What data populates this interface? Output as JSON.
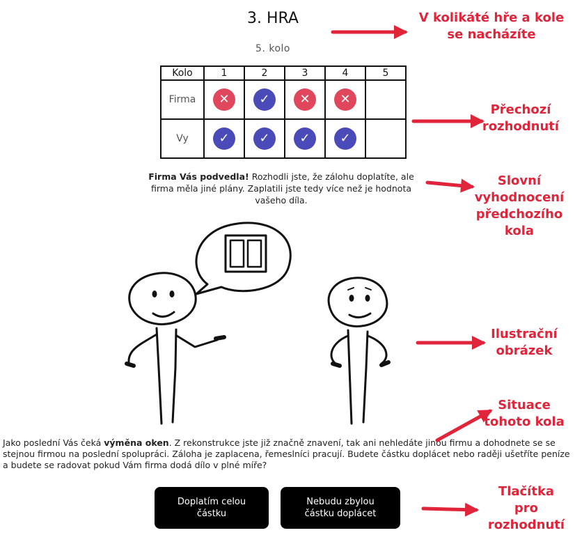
{
  "header": {
    "game_title": "3. HRA",
    "round_label": "5. kolo"
  },
  "history_table": {
    "corner_label": "Kolo",
    "rounds": [
      "1",
      "2",
      "3",
      "4",
      "5"
    ],
    "rows": [
      {
        "label": "Firma",
        "marks": [
          "x",
          "check",
          "x",
          "x",
          ""
        ]
      },
      {
        "label": "Vy",
        "marks": [
          "check",
          "check",
          "check",
          "check",
          ""
        ]
      }
    ],
    "colors": {
      "defect": "#e0475c",
      "cooperate": "#4a4ab8"
    }
  },
  "feedback": {
    "bold": "Firma Vás podvedla!",
    "text": " Rozhodli jste, že zálohu doplatíte, ale firma měla jiné plány. Zaplatili jste tedy více než je hodnota vašeho díla."
  },
  "situation": {
    "before": "Jako poslední Vás čeká ",
    "bold": "výměna oken",
    "after": ". Z rekonstrukce jste již značně znavení, tak ani nehledáte jinou firmu a dohodnete se se stejnou firmou na poslední spolupráci. Záloha je zaplacena, řemeslníci pracují. Budete částku doplácet nebo raději ušetříte peníze a budete se radovat pokud Vám firma dodá dílo v plné míře?"
  },
  "buttons": {
    "pay_line1": "Doplatím celou",
    "pay_line2": "částku",
    "nopay_line1": "Nebudu zbylou",
    "nopay_line2": "částku doplácet"
  },
  "annotations": {
    "a1_line1": "V kolikáté hře a kole",
    "a1_line2": "se nacházíte",
    "a2_line1": "Přechozí",
    "a2_line2": "rozhodnutí",
    "a3_line1": "Slovní",
    "a3_line2": "vyhodnocení",
    "a3_line3": "předchozího",
    "a3_line4": "kola",
    "a4_line1": "Ilustrační",
    "a4_line2": "obrázek",
    "a5_line1": "Situace",
    "a5_line2": "tohoto kola",
    "a6_line1": "Tlačítka",
    "a6_line2": "pro",
    "a6_line3": "rozhodnutí",
    "color": "#e0243a"
  }
}
